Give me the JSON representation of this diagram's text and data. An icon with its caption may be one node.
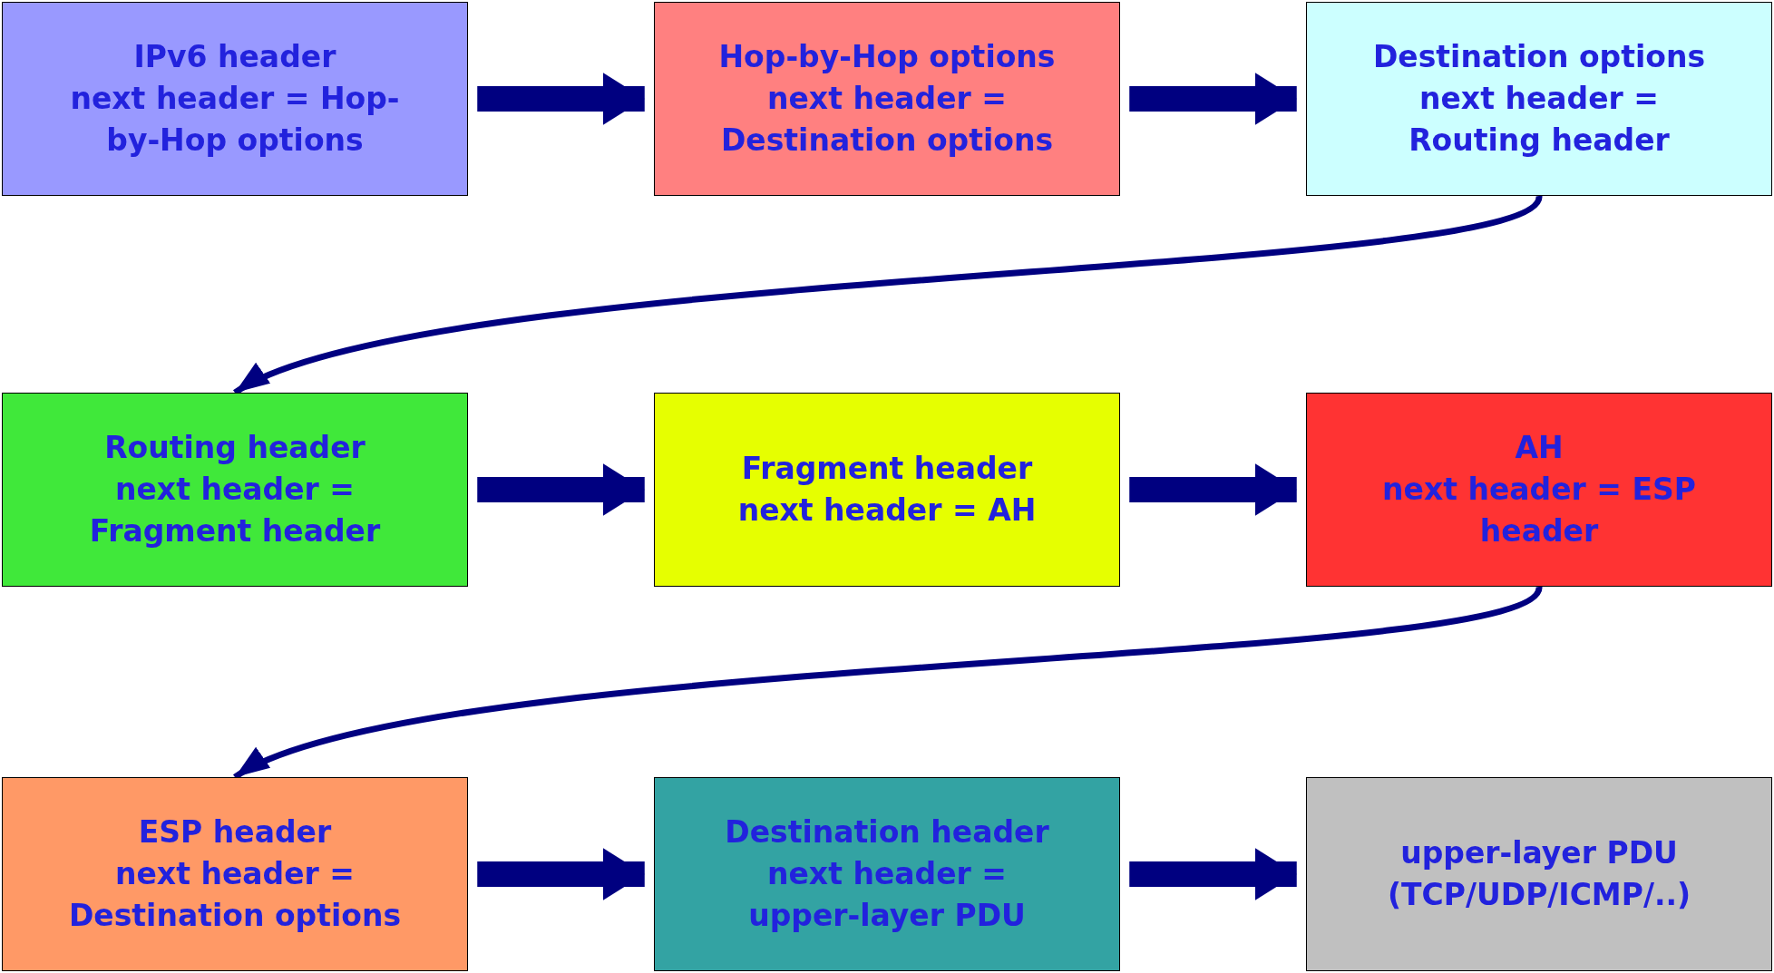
{
  "diagram": {
    "nodes": [
      {
        "text": [
          "IPv6 header",
          "next header = Hop-by-Hop options"
        ]
      },
      {
        "text": [
          "Hop-by-Hop options",
          "next header = Destination options"
        ]
      },
      {
        "text": [
          "Destination options",
          "next header = Routing header"
        ]
      },
      {
        "text": [
          "Routing header",
          "next header = Fragment header"
        ]
      },
      {
        "text": [
          "Fragment header",
          "next header = AH"
        ]
      },
      {
        "text": [
          "AH",
          "next header = ESP header"
        ]
      },
      {
        "text": [
          "ESP header",
          "next header = Destination options"
        ]
      },
      {
        "text": [
          "Destination header",
          "next header = upper-layer PDU"
        ]
      },
      {
        "text": [
          "upper-layer PDU (TCP/UDP/ICMP/..)"
        ]
      }
    ],
    "edges": [
      {
        "from": 0,
        "to": 1,
        "arrow": "to"
      },
      {
        "from": 1,
        "to": 2,
        "arrow": "to"
      },
      {
        "from": 2,
        "to": 3,
        "arrow": "to"
      },
      {
        "from": 3,
        "to": 4,
        "arrow": "to"
      },
      {
        "from": 4,
        "to": 5,
        "arrow": "to"
      },
      {
        "from": 5,
        "to": 6,
        "arrow": "to"
      },
      {
        "from": 6,
        "to": 7,
        "arrow": "to"
      },
      {
        "from": 7,
        "to": 8,
        "arrow": "to"
      }
    ]
  }
}
